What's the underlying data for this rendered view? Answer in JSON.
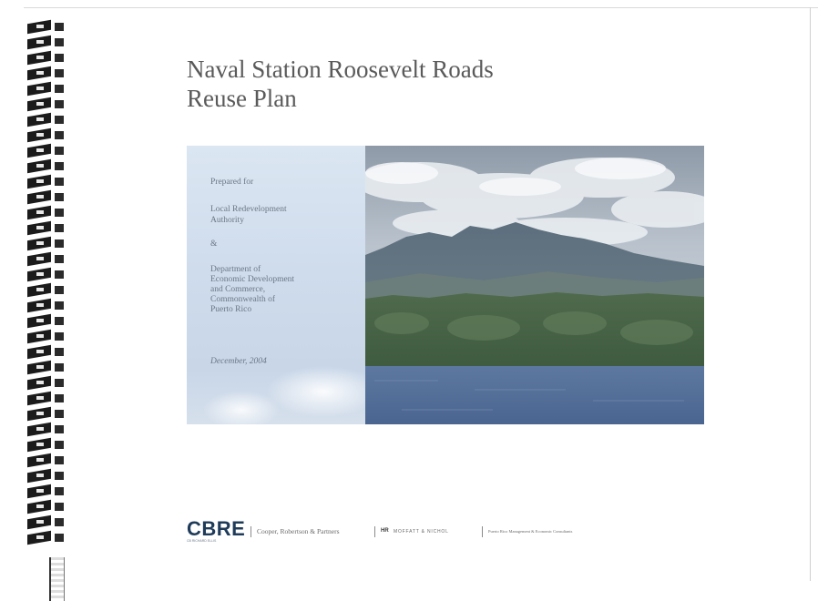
{
  "document": {
    "title_line1": "Naval Station Roosevelt Roads",
    "title_line2": "Reuse Plan"
  },
  "info_panel": {
    "prepared_for": "Prepared for",
    "lra_line1": "Local Redevelopment",
    "lra_line2": "Authority",
    "ampersand": "&",
    "dept_line1": "Department of",
    "dept_line2": "Economic Development",
    "dept_line3": "and Commerce,",
    "dept_line4": "Commonwealth of",
    "dept_line5": "Puerto Rico",
    "date": "December, 2004"
  },
  "photo": {
    "icon": "landscape-photo-mountains-bay"
  },
  "footer": {
    "cbre": "CBRE",
    "cbre_sub": "CB RICHARD ELLIS",
    "partner1": "Cooper, Robertson & Partners",
    "partner2_mark": "HR",
    "partner2": "MOFFATT & NICHOL",
    "partner3": "Puerto Rico Management & Economic Consultants"
  },
  "colors": {
    "title": "#5a5a5a",
    "panel_text": "#6b7785",
    "cbre": "#1f3b5a"
  }
}
